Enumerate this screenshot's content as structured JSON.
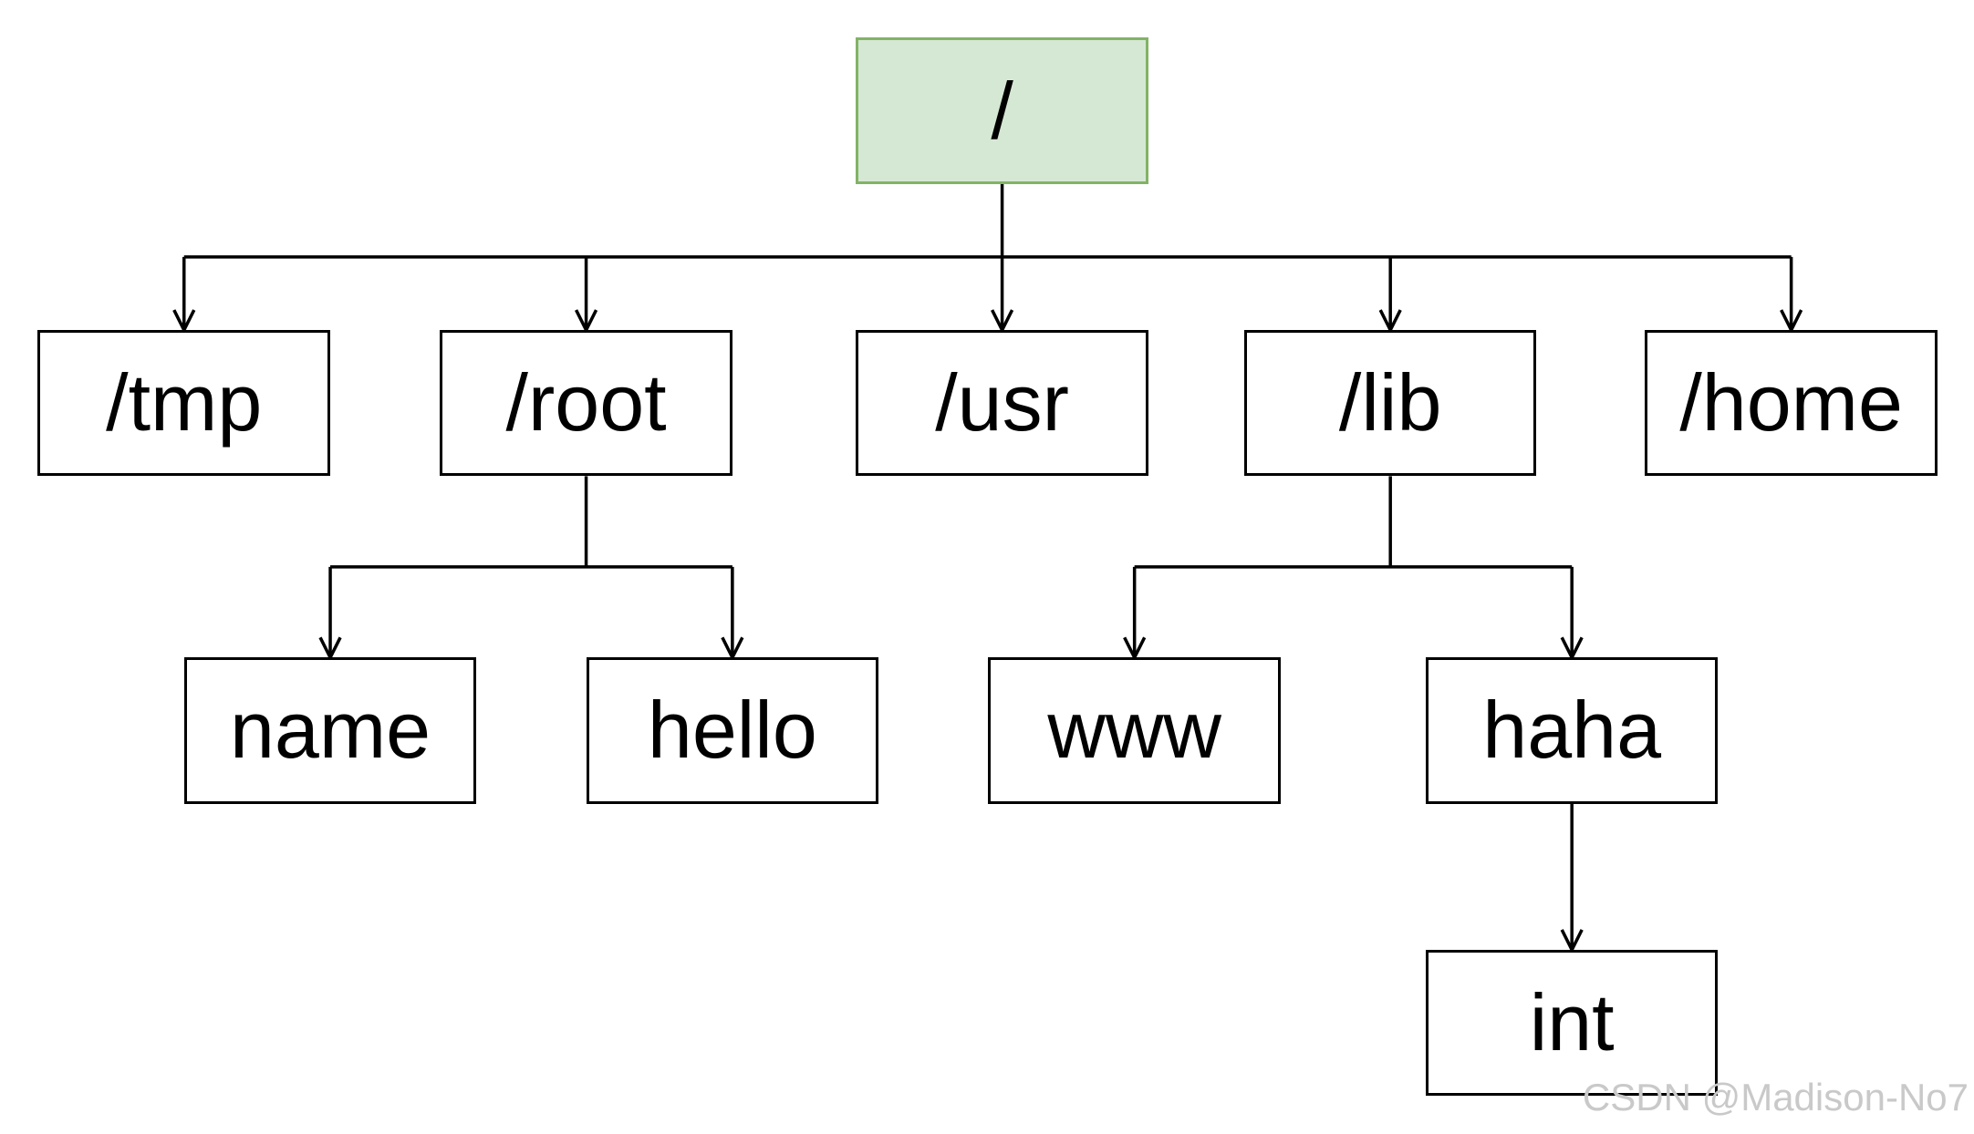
{
  "colors": {
    "root_fill": "#d5e8d4",
    "root_border": "#82b366",
    "node_fill": "#ffffff",
    "node_border": "#000000",
    "edge": "#000000",
    "watermark": "#c9c9c9"
  },
  "nodes": {
    "root": "/",
    "tmp": "/tmp",
    "root_dir": "/root",
    "usr": "/usr",
    "lib": "/lib",
    "home": "/home",
    "name": "name",
    "hello": "hello",
    "www": "www",
    "haha": "haha",
    "int": "int"
  },
  "edges": [
    [
      "root",
      "tmp"
    ],
    [
      "root",
      "root_dir"
    ],
    [
      "root",
      "usr"
    ],
    [
      "root",
      "lib"
    ],
    [
      "root",
      "home"
    ],
    [
      "root_dir",
      "name"
    ],
    [
      "root_dir",
      "hello"
    ],
    [
      "lib",
      "www"
    ],
    [
      "lib",
      "haha"
    ],
    [
      "haha",
      "int"
    ]
  ],
  "watermark": "CSDN @Madison-No7"
}
